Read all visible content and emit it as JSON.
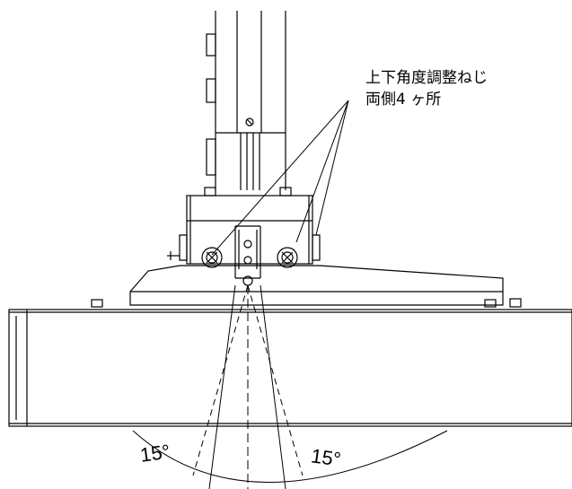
{
  "annotation": {
    "line1": "上下角度調整ねじ",
    "line2": "両側4 ヶ所"
  },
  "angles": {
    "left_label": "15°",
    "right_label": "15°"
  }
}
